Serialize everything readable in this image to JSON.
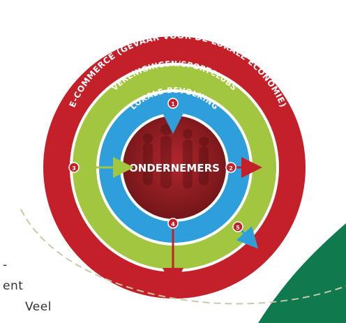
{
  "rings": {
    "outer_label": "E-COMMERCE (GEVAAR VOOR DE LOKALE ECONOMIE)",
    "middle_label": "VERENIGINGEN/SPORTCLUBS",
    "inner_label": "LOKALE BEVOLKING",
    "center_label": "ONDERNEMERS"
  },
  "arrows": {
    "a1": "1",
    "a2": "2",
    "a3": "3",
    "a4": "4",
    "a5": "5"
  },
  "page_fragments": {
    "f1": "-",
    "f2": "ent",
    "f3": "Veel"
  },
  "colors": {
    "outer_red": "#c4202a",
    "green": "#a2c63f",
    "blue": "#2f9fdc",
    "center_red": "#8e1b20",
    "dark_green": "#0f7a4e",
    "white": "#ffffff"
  }
}
